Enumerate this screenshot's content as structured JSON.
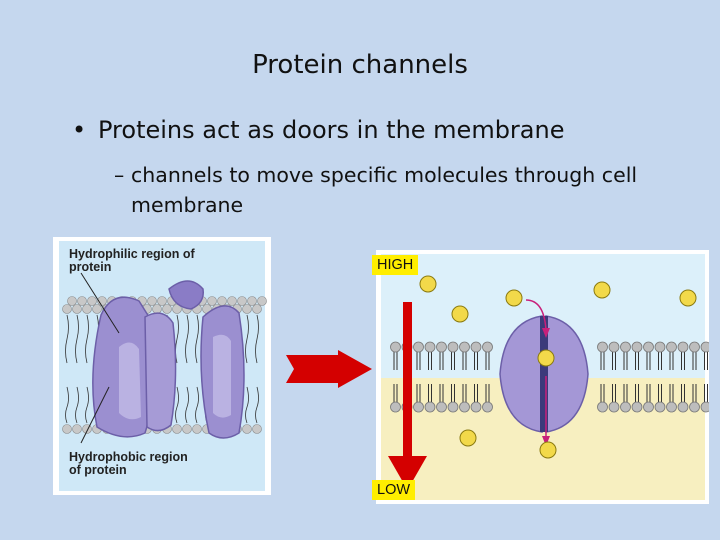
{
  "slide": {
    "title": "Protein channels",
    "bullet": "Proteins act as doors in the membrane",
    "sub_bullet_dash": "–",
    "sub_bullet": "channels to move specific molecules through cell membrane"
  },
  "left_figure": {
    "label_hydrophilic": "Hydrophilic region of protein",
    "label_hydrophobic": "Hydrophobic region of protein"
  },
  "right_figure": {
    "high_label": "HIGH",
    "low_label": "LOW"
  },
  "colors": {
    "background": "#c5d7ee",
    "protein": "#9b8fd0",
    "arrow": "#d40000",
    "molecule": "#f2d94a",
    "tag": "#ffee00"
  }
}
